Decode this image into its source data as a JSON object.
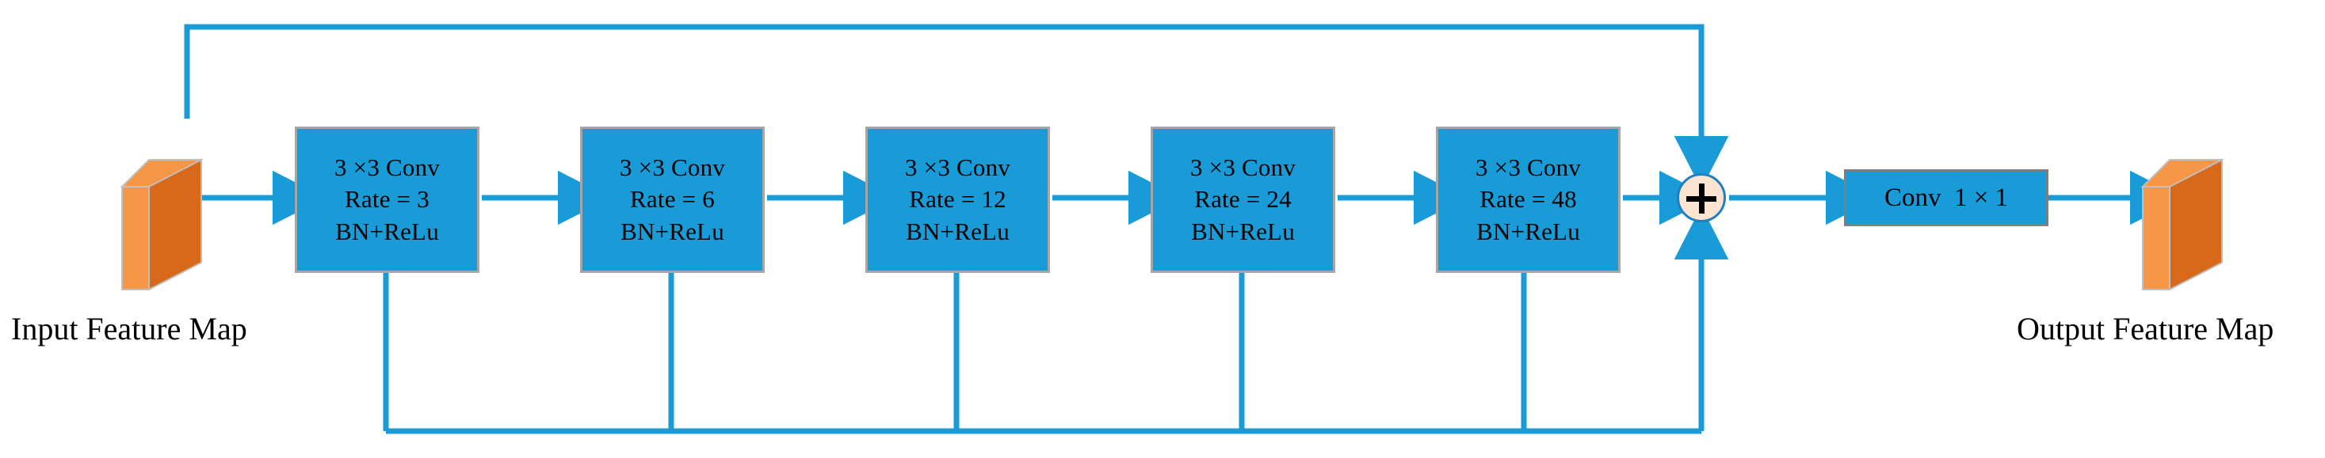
{
  "diagram": {
    "title": "Dense Atrous Convolution Block",
    "colors": {
      "wire": "#199BD7",
      "box_fill": "#199BD7",
      "box_border": "#A6A6A6",
      "slab_front": "#D9691A",
      "slab_side": "#F79646",
      "slab_top": "#F79646",
      "sum_fill": "#FCE4D0",
      "sum_border": "#1F7FC0",
      "text": "#000000",
      "background": "#FFFFFF"
    },
    "input_label": "Input Feature Map",
    "output_label": "Output Feature Map",
    "conv_blocks": [
      {
        "line1": "3 ×3 Conv",
        "line2": "Rate = 3",
        "line3": "BN+ReLu",
        "rate": 3
      },
      {
        "line1": "3 ×3 Conv",
        "line2": "Rate = 6",
        "line3": "BN+ReLu",
        "rate": 6
      },
      {
        "line1": "3 ×3 Conv",
        "line2": "Rate = 12",
        "line3": "BN+ReLu",
        "rate": 12
      },
      {
        "line1": "3 ×3 Conv",
        "line2": "Rate = 24",
        "line3": "BN+ReLu",
        "rate": 24
      },
      {
        "line1": "3 ×3 Conv",
        "line2": "Rate = 48",
        "line3": "BN+ReLu",
        "rate": 48
      }
    ],
    "sum_node": {
      "symbol": "+",
      "name": "element-wise-sum"
    },
    "conv1x1": {
      "label": "Conv  1 × 1"
    }
  }
}
